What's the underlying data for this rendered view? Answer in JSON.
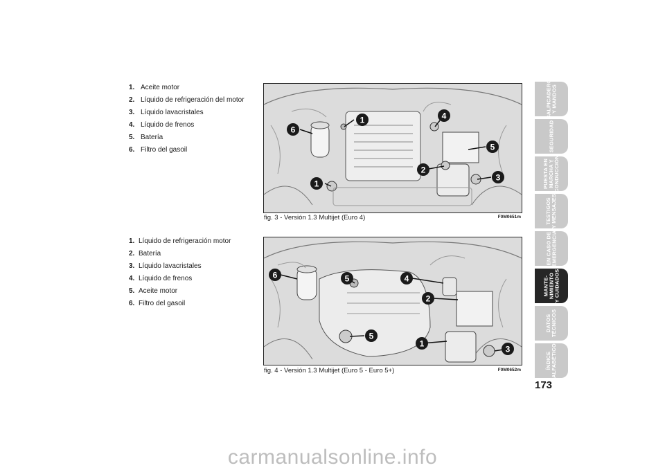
{
  "legend1": [
    {
      "num": "1.",
      "text": "Aceite motor"
    },
    {
      "num": "2.",
      "text": "Líquido de refrigeración del motor"
    },
    {
      "num": "3.",
      "text": "Líquido lavacristales"
    },
    {
      "num": "4.",
      "text": "Líquido de frenos"
    },
    {
      "num": "5.",
      "text": "Batería"
    },
    {
      "num": "6.",
      "text": "Filtro del gasoil"
    }
  ],
  "legend2": [
    {
      "num": "1.",
      "text": "Líquido de refrigeración motor"
    },
    {
      "num": "2.",
      "text": "Batería"
    },
    {
      "num": "3.",
      "text": "Líquido lavacristales"
    },
    {
      "num": "4.",
      "text": "Líquido de frenos"
    },
    {
      "num": "5.",
      "text": "Aceite motor"
    },
    {
      "num": "6.",
      "text": "Filtro del gasoil"
    }
  ],
  "fig1": {
    "caption": "fig. 3 - Versión 1.3 Multijet (Euro 4)",
    "code": "F0M0651m"
  },
  "fig2": {
    "caption": "fig. 4 - Versión 1.3 Multijet (Euro 5 - Euro 5+)",
    "code": "F0M0652m"
  },
  "tabs": [
    {
      "label": "SALPICADERO\nY MANDOS",
      "active": false
    },
    {
      "label": "SEGURIDAD",
      "active": false
    },
    {
      "label": "PUESTA EN\nMARCHA Y\nCONDUCCIÓN",
      "active": false
    },
    {
      "label": "TESTIGOS\nY MENSAJES",
      "active": false
    },
    {
      "label": "EN CASO DE\nEMERGENCIA",
      "active": false
    },
    {
      "label": "MANTE-\nNIMIENTO\nY CUIDADOS",
      "active": true
    },
    {
      "label": "DATOS\nTÉCNICOS",
      "active": false
    },
    {
      "label": "ÍNDICE\nALFABÉTICO",
      "active": false
    }
  ],
  "page_number": "173",
  "watermark": "carmanualsonline.info"
}
